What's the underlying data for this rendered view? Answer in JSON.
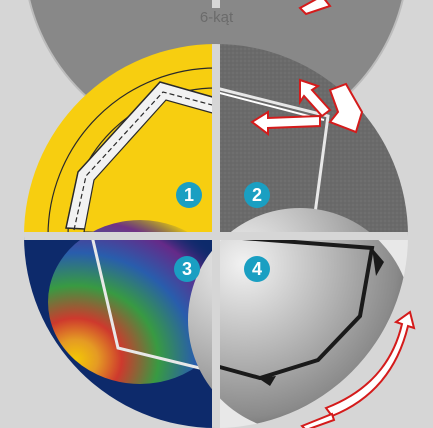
{
  "title": "6-kąt",
  "quadrants": [
    {
      "label": "1",
      "color": "#f7ce10"
    },
    {
      "label": "2",
      "color": "#6b6b6b"
    },
    {
      "label": "3",
      "color": "#0d2a6b"
    },
    {
      "label": "4",
      "color": "#9a9a9a"
    }
  ],
  "colors": {
    "background": "#d6d6d6",
    "badge": "#1a9fc2",
    "arrow_outline": "#d41b1b",
    "arrow_fill": "#ffffff"
  }
}
